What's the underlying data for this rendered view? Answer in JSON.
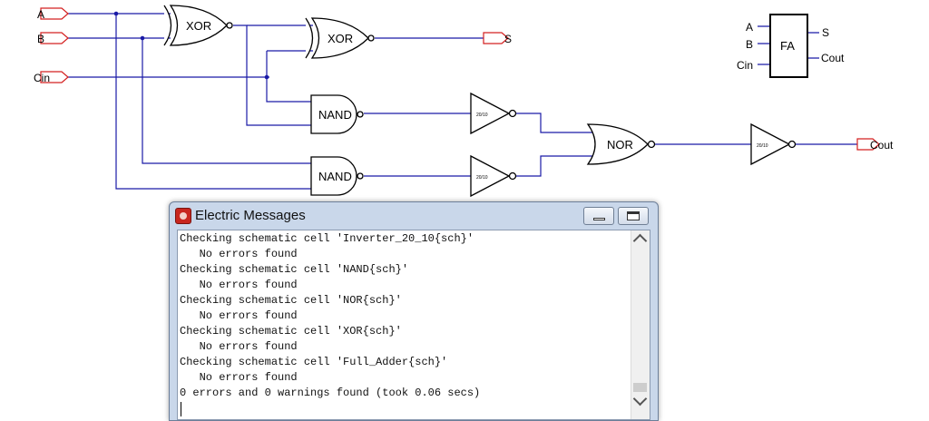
{
  "schematic": {
    "ports": {
      "a": "A",
      "b": "B",
      "cin": "Cin",
      "s": "S",
      "cout": "Cout"
    },
    "gates": {
      "xor1": "XOR",
      "xor2": "XOR",
      "nand1": "NAND",
      "nand2": "NAND",
      "nor": "NOR"
    },
    "inverter_label": "20/10",
    "icon": {
      "name": "FA",
      "pin_a": "A",
      "pin_b": "B",
      "pin_cin": "Cin",
      "pin_s": "S",
      "pin_cout": "Cout"
    },
    "colors": {
      "wire": "#1a1aa6",
      "port": "#d42020",
      "gate": "#000000"
    }
  },
  "messages_window": {
    "title": "Electric Messages",
    "lines": [
      "Checking schematic cell 'Inverter_20_10{sch}'",
      "   No errors found",
      "Checking schematic cell 'NAND{sch}'",
      "   No errors found",
      "Checking schematic cell 'NOR{sch}'",
      "   No errors found",
      "Checking schematic cell 'XOR{sch}'",
      "   No errors found",
      "Checking schematic cell 'Full_Adder{sch}'",
      "   No errors found",
      "0 errors and 0 warnings found (took 0.06 secs)"
    ],
    "icons": {
      "app": "electric-app-icon",
      "minimize": "minimize-icon",
      "maximize": "maximize-icon",
      "scroll_up": "chevron-up-icon",
      "scroll_down": "chevron-down-icon"
    }
  }
}
